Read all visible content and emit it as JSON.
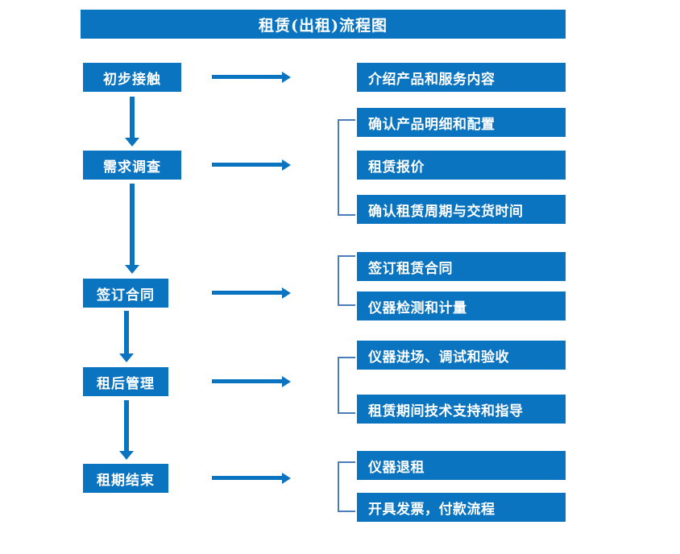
{
  "diagram": {
    "title": "租赁(出租)流程图",
    "accent_color": "#0a74c0",
    "bracket_color": "#4a7ebb",
    "text_color": "#ffffff",
    "background_color": "#ffffff",
    "stages": [
      {
        "label": "初步接触"
      },
      {
        "label": "需求调查"
      },
      {
        "label": "签订合同"
      },
      {
        "label": "租后管理"
      },
      {
        "label": "租期结束"
      }
    ],
    "details": [
      {
        "label": "介绍产品和服务内容"
      },
      {
        "label": "确认产品明细和配置"
      },
      {
        "label": "租赁报价"
      },
      {
        "label": "确认租赁周期与交货时间"
      },
      {
        "label": "签订租赁合同"
      },
      {
        "label": "仪器检测和计量"
      },
      {
        "label": "仪器进场、调试和验收"
      },
      {
        "label": "租赁期间技术支持和指导"
      },
      {
        "label": "仪器退租"
      },
      {
        "label": "开具发票，付款流程"
      }
    ],
    "groups": [
      {
        "stage": "需求调查",
        "members": [
          "确认产品明细和配置",
          "租赁报价",
          "确认租赁周期与交货时间"
        ]
      },
      {
        "stage": "签订合同",
        "members": [
          "签订租赁合同",
          "仪器检测和计量"
        ]
      },
      {
        "stage": "租后管理",
        "members": [
          "仪器进场、调试和验收",
          "租赁期间技术支持和指导"
        ]
      },
      {
        "stage": "租期结束",
        "members": [
          "仪器退租",
          "开具发票，付款流程"
        ]
      }
    ],
    "flow_sequence": [
      "初步接触",
      "需求调查",
      "签订合同",
      "租后管理",
      "租期结束"
    ]
  }
}
